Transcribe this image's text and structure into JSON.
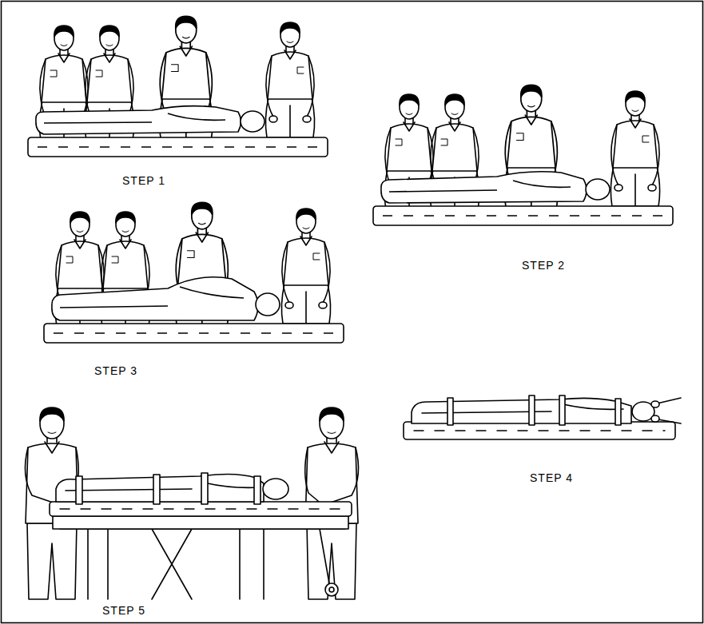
{
  "diagram": {
    "labels": [
      "STEP 1",
      "STEP 2",
      "STEP 3",
      "STEP 4",
      "STEP 5"
    ]
  }
}
